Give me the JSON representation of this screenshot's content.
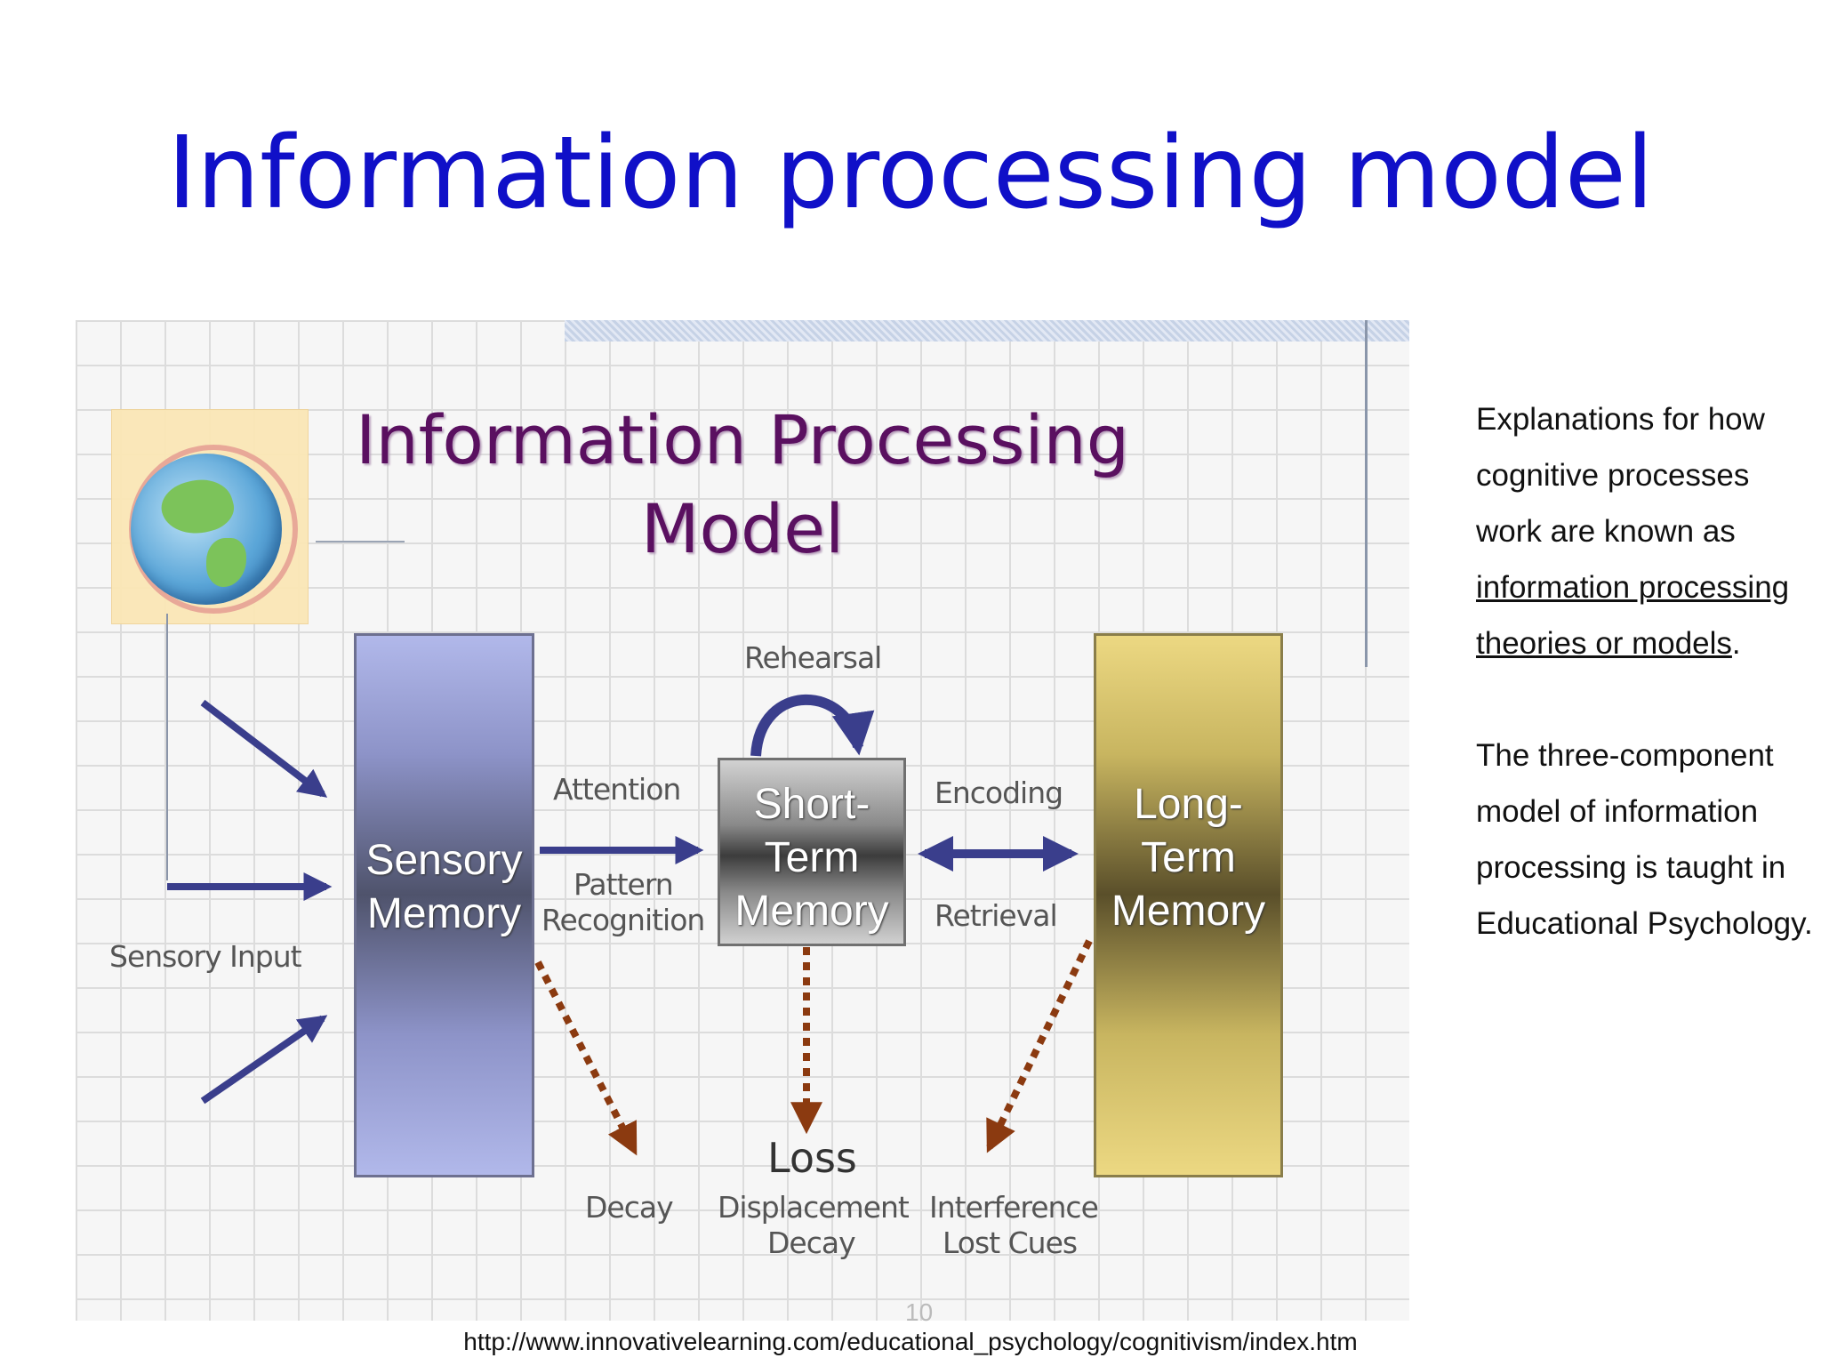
{
  "slide": {
    "title": "Information processing model",
    "page_number": "10",
    "footer_url": "http://www.innovativelearning.com/educational_psychology/cognitivism/index.htm"
  },
  "diagram": {
    "title_line1": "Information Processing",
    "title_line2": "Model",
    "sensory_memory": [
      "Sensory",
      "Memory"
    ],
    "short_term_memory": [
      "Short-",
      "Term",
      "Memory"
    ],
    "long_term_memory": [
      "Long-",
      "Term",
      "Memory"
    ],
    "labels": {
      "rehearsal": "Rehearsal",
      "attention": "Attention",
      "pattern_recognition_1": "Pattern",
      "pattern_recognition_2": "Recognition",
      "encoding": "Encoding",
      "retrieval": "Retrieval",
      "sensory_input": "Sensory Input",
      "loss": "Loss",
      "decay": "Decay",
      "displacement": "Displacement",
      "decay_2": "Decay",
      "interference": "Interference",
      "lost_cues": "Lost Cues"
    },
    "colors": {
      "title": "#5a1060",
      "arrow_blue": "#3a3e8c",
      "arrow_loss": "#8b3a10",
      "sensory": "#b1b8ea",
      "long_term": "#ecd882"
    }
  },
  "side_text": {
    "para1_start": "Explanations for how cognitive processes work are known as",
    "para1_link": "information processing theories or models",
    "para1_end": ".",
    "para2": "The three-component model of information processing is taught in Educational Psychology."
  }
}
